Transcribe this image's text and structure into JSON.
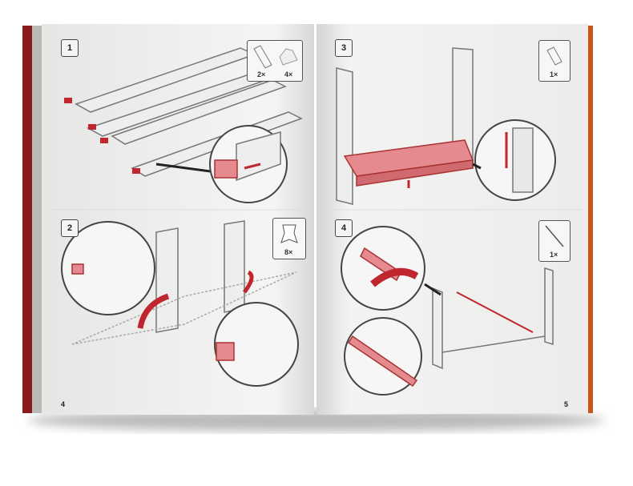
{
  "left_page": {
    "page_number": "4",
    "steps": [
      {
        "number": "1",
        "parts": [
          {
            "qty": "2×"
          },
          {
            "qty": "4×"
          }
        ]
      },
      {
        "number": "2",
        "parts": [
          {
            "qty": "8×"
          }
        ]
      }
    ]
  },
  "right_page": {
    "page_number": "5",
    "steps": [
      {
        "number": "3",
        "parts": [
          {
            "qty": "1×"
          }
        ]
      },
      {
        "number": "4",
        "parts": [
          {
            "qty": "1×"
          }
        ]
      }
    ]
  },
  "colors": {
    "accent_pink": "#e58a8f",
    "accent_red": "#c0262e",
    "spine": "#8a1c1c",
    "right_edge": "#c4561c",
    "paper": "#f3f3f1"
  }
}
